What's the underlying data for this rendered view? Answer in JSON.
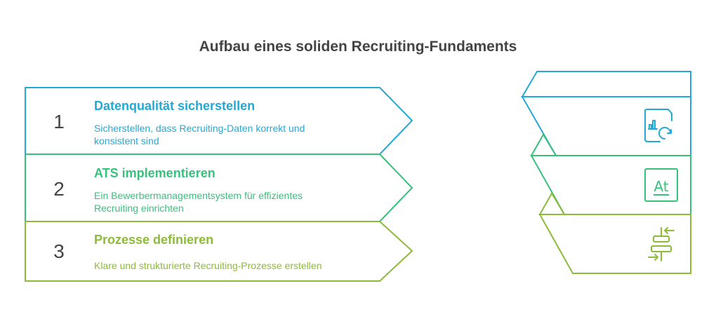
{
  "title": "Aufbau eines soliden Recruiting-Fundaments",
  "colors": {
    "step1": "#22a9d6",
    "step2": "#37c17b",
    "step3": "#8cbb3a",
    "text": "#444444"
  },
  "steps": [
    {
      "number": "1",
      "heading": "Datenqualität sicherstellen",
      "description": "Sicherstellen, dass Recruiting-Daten korrekt und konsistent sind",
      "icon": "data-report-refresh-icon"
    },
    {
      "number": "2",
      "heading": "ATS implementieren",
      "description": "Ein Bewerbermanagementsystem für effizientes Recruiting einrichten",
      "icon": "text-format-at-icon"
    },
    {
      "number": "3",
      "heading": "Prozesse definieren",
      "description": "Klare und strukturierte Recruiting-Prozesse erstellen",
      "icon": "align-center-arrows-icon"
    }
  ]
}
